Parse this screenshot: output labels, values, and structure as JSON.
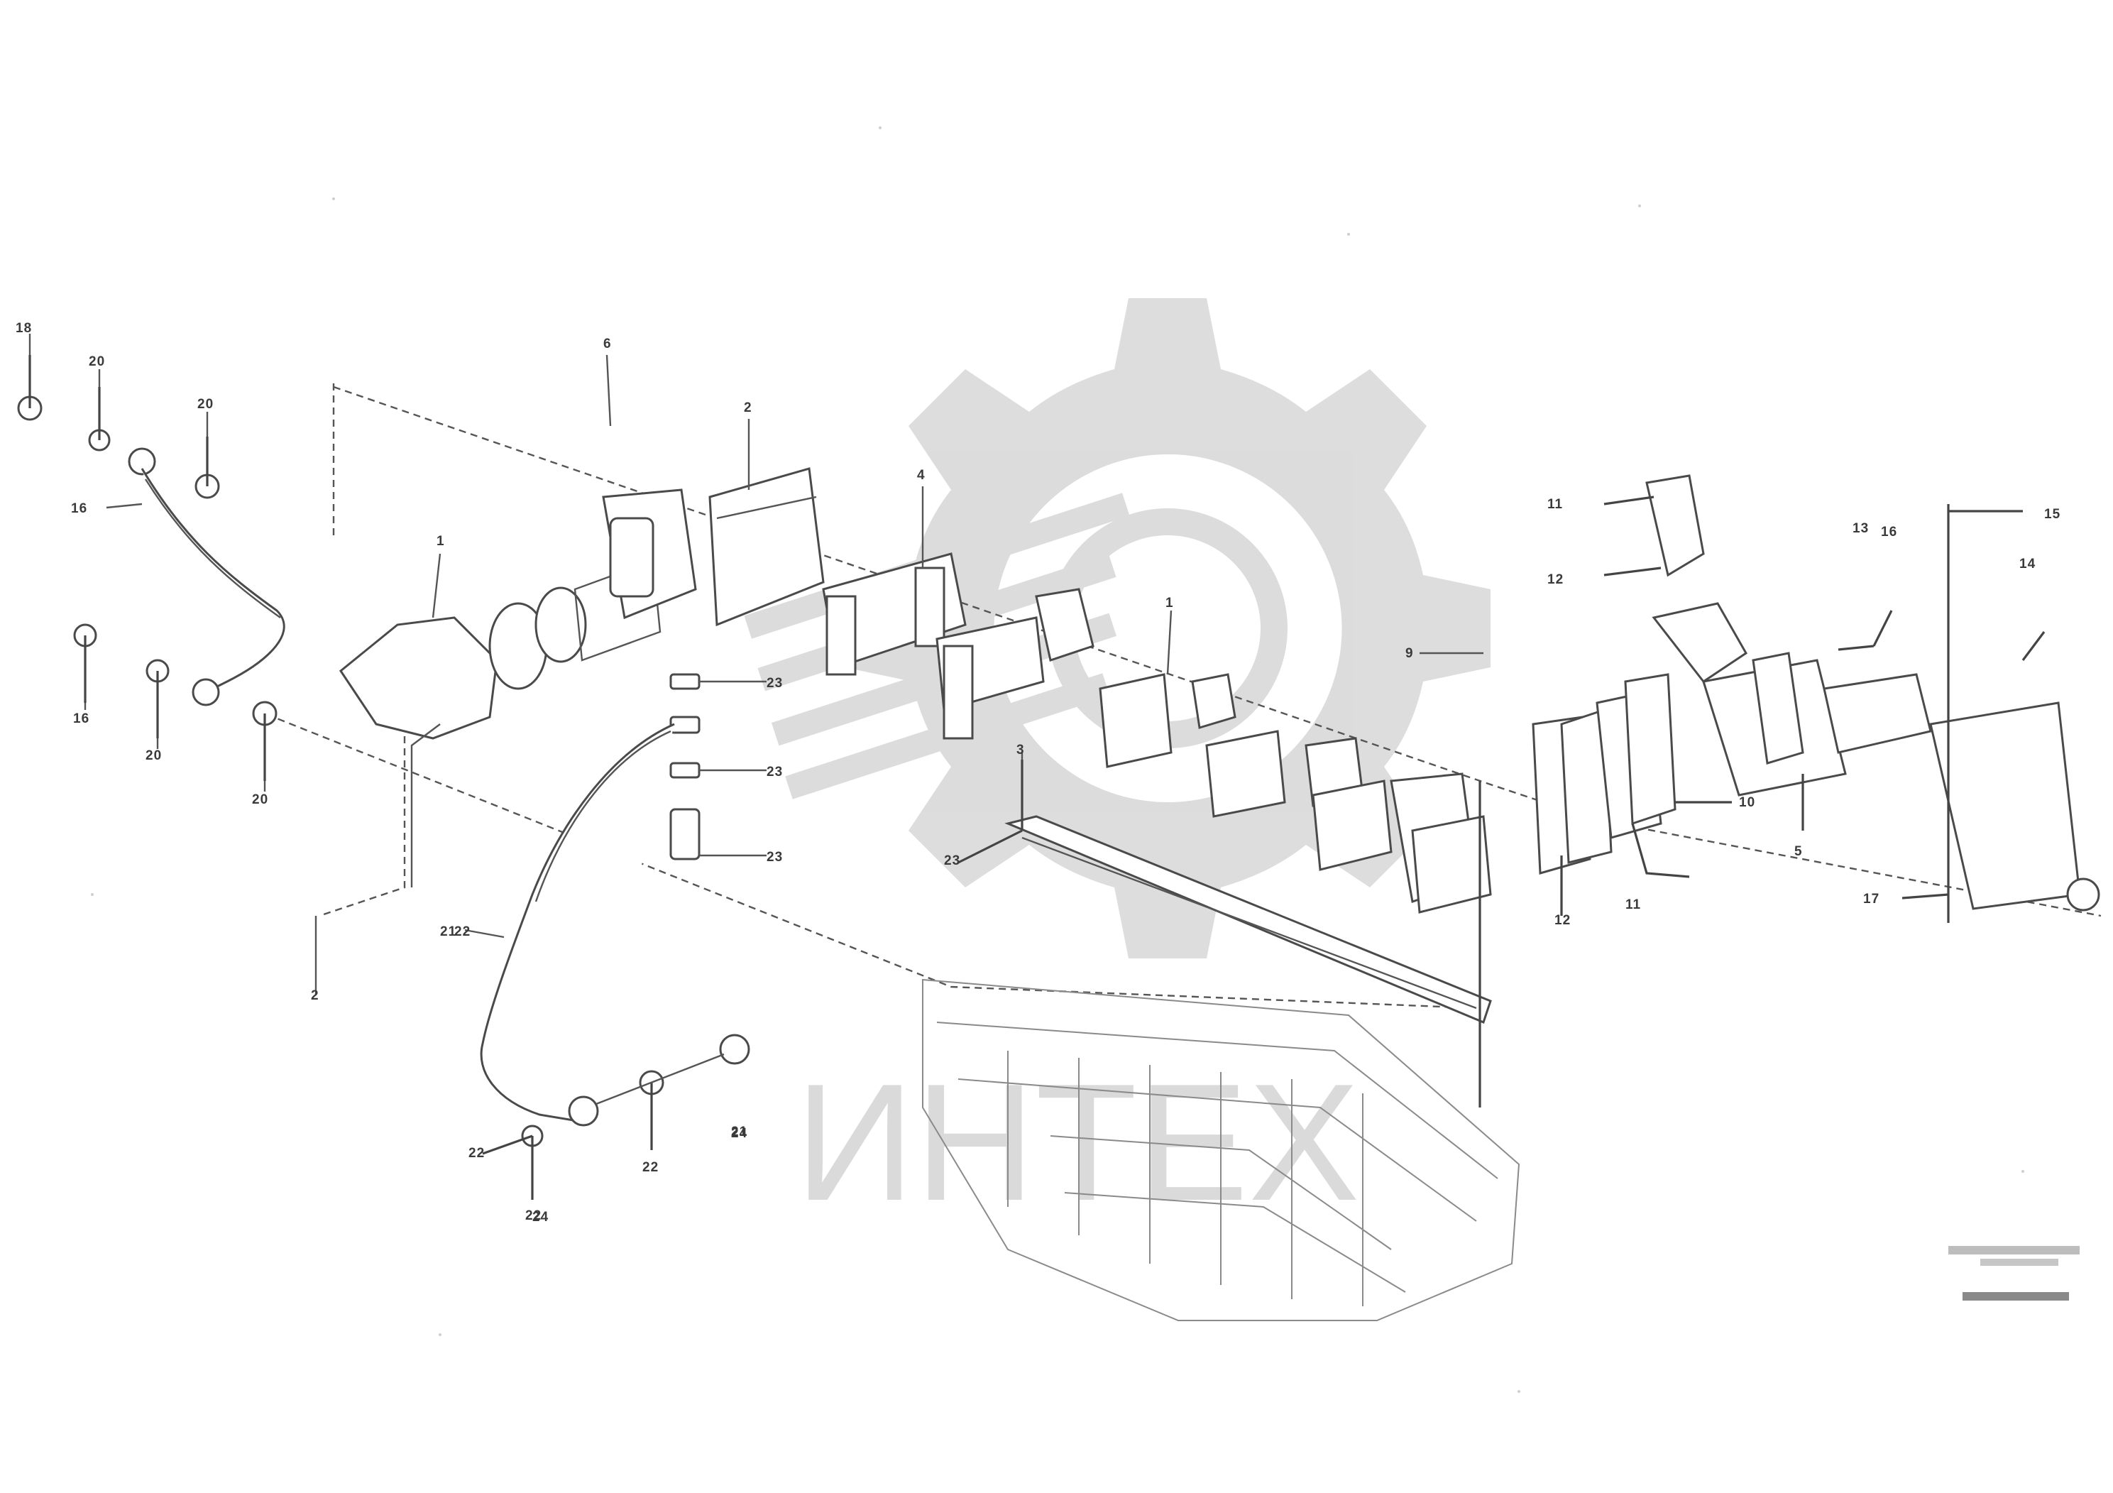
{
  "watermark": {
    "text": "ИНТЕХ"
  },
  "callouts": [
    "18",
    "20",
    "20",
    "16",
    "16",
    "20",
    "20",
    "1",
    "6",
    "2",
    "4",
    "23",
    "23",
    "23",
    "3",
    "23",
    "1",
    "5",
    "9",
    "2",
    "21",
    "22",
    "22",
    "21",
    "22",
    "22",
    "12",
    "11",
    "10",
    "11",
    "12",
    "13",
    "14",
    "15",
    "17",
    "16",
    "24",
    "24"
  ],
  "stamp": {
    "line1": "",
    "line2": "",
    "code": ""
  }
}
